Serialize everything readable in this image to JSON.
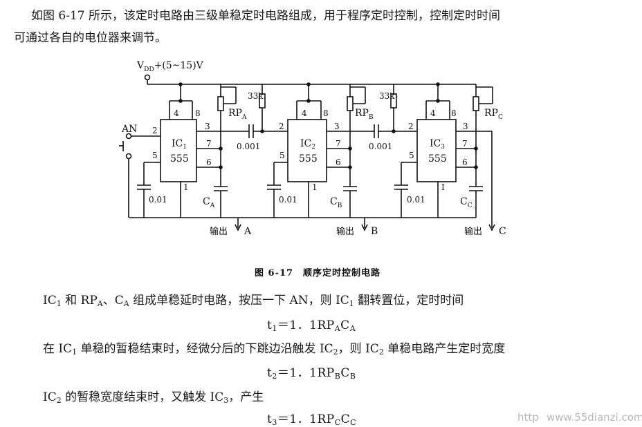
{
  "intro": {
    "line1": "如图 6-17 所示，该定时电路由三级单稳定时电路组成，用于程序定时控制，控制定时时间",
    "line2": "可通过各自的电位器来调节。"
  },
  "circuit": {
    "vdd_label": "V",
    "vdd_sub": "DD",
    "vdd_value": "+(5~15)V",
    "an_label": "AN",
    "res33k": "33k",
    "cap_coupling": "0.001",
    "cap_ctrl": "0.01",
    "chip_model": "555",
    "chips": [
      {
        "name": "IC",
        "sub": "1",
        "rp": "RP",
        "rp_sub": "A",
        "c": "C",
        "c_sub": "A",
        "out": "输出",
        "out_letter": "A"
      },
      {
        "name": "IC",
        "sub": "2",
        "rp": "RP",
        "rp_sub": "B",
        "c": "C",
        "c_sub": "B",
        "out": "输出",
        "out_letter": "B"
      },
      {
        "name": "IC",
        "sub": "3",
        "rp": "RP",
        "rp_sub": "C",
        "c": "C",
        "c_sub": "C",
        "out": "输出",
        "out_letter": "C"
      }
    ],
    "pins": {
      "p4": "4",
      "p8": "8",
      "p2": "2",
      "p3": "3",
      "p7": "7",
      "p6": "6",
      "p5": "5",
      "p1": "1",
      "p1_ic3": "I"
    }
  },
  "caption": "图 6-17　顺序定时控制电路",
  "body": {
    "p1_a": "IC",
    "p1_a_sub": "1",
    "p1_b": " 和 RP",
    "p1_b_sub": "A",
    "p1_c": "、C",
    "p1_c_sub": "A",
    "p1_d": " 组成单稳延时电路，按压一下 AN，则 IC",
    "p1_d_sub": "1",
    "p1_e": " 翻转置位，定时时间",
    "eq1_lhs": "t",
    "eq1_lhs_sub": "1",
    "eq1_rhs": "＝1．1RP",
    "eq1_rp_sub": "A",
    "eq1_c": "C",
    "eq1_c_sub": "A",
    "p2_a": "在 IC",
    "p2_a_sub": "1",
    "p2_b": " 单稳的暂稳结束时，经微分后的下跳边沿触发 IC",
    "p2_b_sub": "2",
    "p2_c": "，则 IC",
    "p2_c_sub": "2",
    "p2_d": " 单稳电路产生定时宽度",
    "eq2_lhs": "t",
    "eq2_lhs_sub": "2",
    "eq2_rhs": "＝1．1RP",
    "eq2_rp_sub": "B",
    "eq2_c": "C",
    "eq2_c_sub": "B",
    "p3_a": "IC",
    "p3_a_sub": "2",
    "p3_b": " 的暂稳宽度结束时，又触发 IC",
    "p3_b_sub": "3",
    "p3_c": "，产生",
    "eq3_lhs": "t",
    "eq3_lhs_sub": "3",
    "eq3_rhs": "＝1．1RP",
    "eq3_rp_sub": "C",
    "eq3_c": "C",
    "eq3_c_sub": "C"
  },
  "watermark": {
    "prefix": "http",
    "site": "www.55dianzi.com"
  }
}
